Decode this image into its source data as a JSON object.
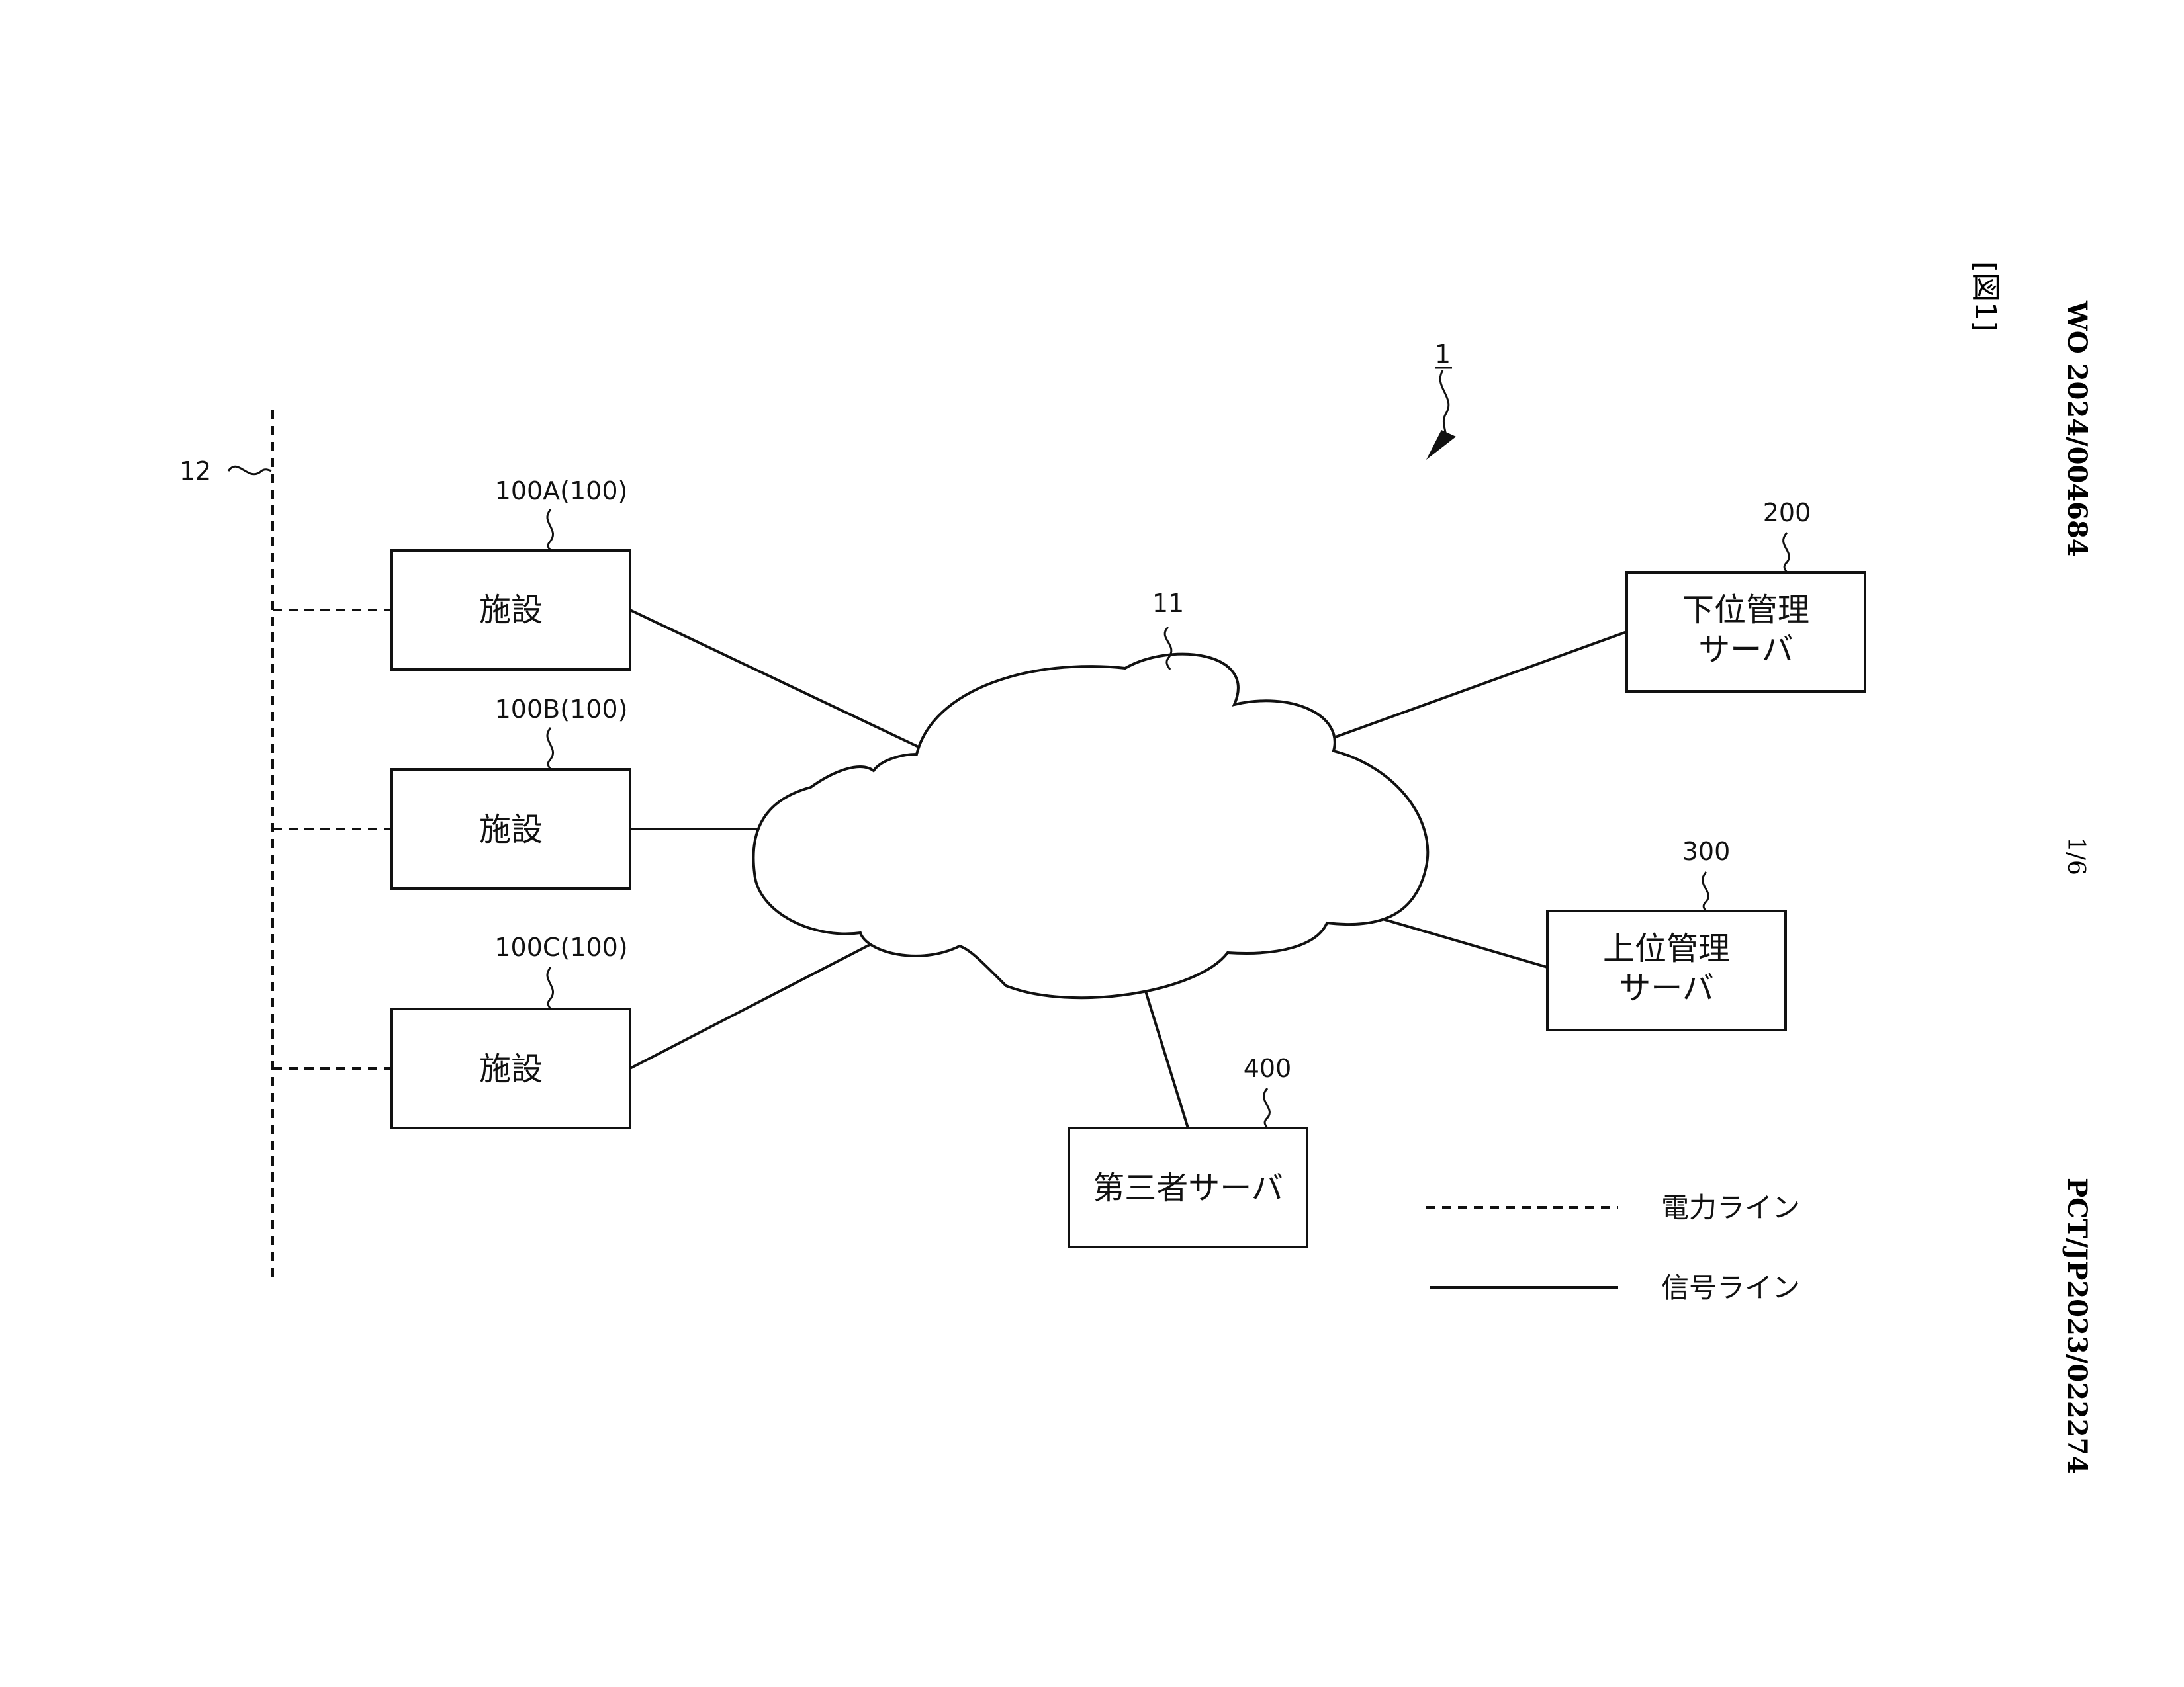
{
  "margin": {
    "pub_number": "WO 2024/004684",
    "app_number": "PCT/JP2023/022274",
    "page": "1/6",
    "figure_label": "[図1]"
  },
  "system_ref": "1",
  "network": {
    "ref": "11"
  },
  "power_grid": {
    "ref": "12"
  },
  "facilities": [
    {
      "ref": "100A(100)",
      "label": "施設"
    },
    {
      "ref": "100B(100)",
      "label": "施設"
    },
    {
      "ref": "100C(100)",
      "label": "施設"
    }
  ],
  "servers": {
    "lower": {
      "ref": "200",
      "line1": "下位管理",
      "line2": "サーバ"
    },
    "upper": {
      "ref": "300",
      "line1": "上位管理",
      "line2": "サーバ"
    },
    "third_party": {
      "ref": "400",
      "label": "第三者サーバ"
    }
  },
  "legend": {
    "power": "電力ライン",
    "signal": "信号ライン"
  }
}
